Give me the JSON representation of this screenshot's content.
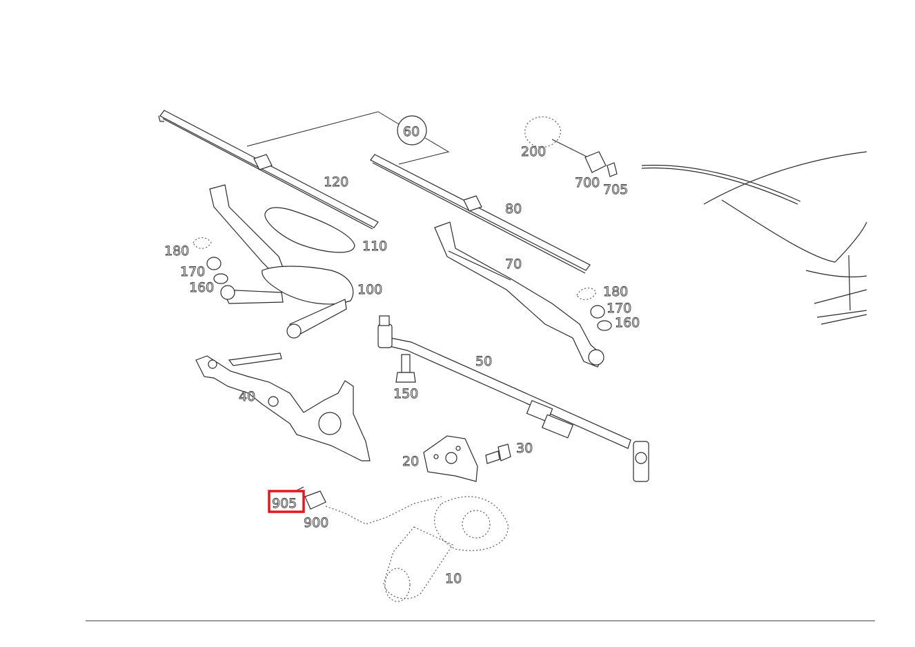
{
  "diagram": {
    "callouts": {
      "c60": "60",
      "c120": "120",
      "c80": "80",
      "c200": "200",
      "c700": "700",
      "c705": "705",
      "c110": "110",
      "c100": "100",
      "c180a": "180",
      "c170a": "170",
      "c160a": "160",
      "c70": "70",
      "c180b": "180",
      "c170b": "170",
      "c160b": "160",
      "c50": "50",
      "c150": "150",
      "c40": "40",
      "c30": "30",
      "c20": "20",
      "c905": "905",
      "c900": "900",
      "c10": "10"
    },
    "highlighted": "905",
    "colors": {
      "highlight": "#e8161b",
      "line": "#2a2a2a"
    }
  }
}
